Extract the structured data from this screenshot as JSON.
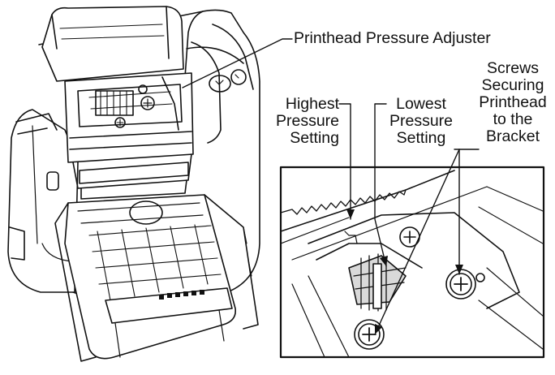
{
  "figure": {
    "callouts": {
      "pressure_adjuster": "Printhead Pressure Adjuster",
      "highest": "Highest\nPressure\nSetting",
      "lowest": "Lowest\nPressure\nSetting",
      "screws": "Screws\nSecuring\nPrinthead\nto the\nBracket"
    },
    "line_color": "#111111",
    "shade_color": "#d9d9d9"
  }
}
